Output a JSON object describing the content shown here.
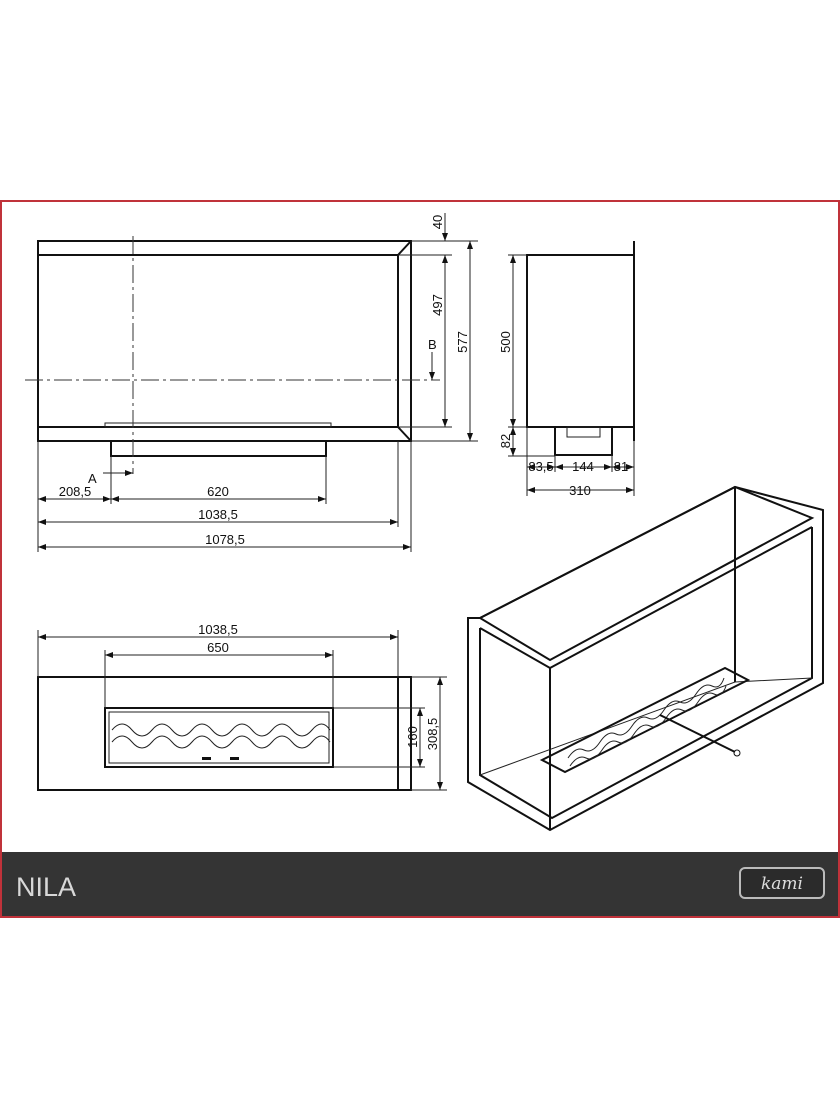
{
  "product_name": "NILA",
  "brand_logo": "kami",
  "colors": {
    "frame": "#c0323a",
    "footer": "#343434"
  },
  "front_view": {
    "dims": {
      "offset": "208,5",
      "burner": "620",
      "inner_width": "1038,5",
      "outer_width": "1078,5",
      "top": "40",
      "inner_height": "497",
      "outer_height": "577"
    },
    "markers": {
      "a": "A",
      "b": "B"
    }
  },
  "side_view": {
    "dims": {
      "height": "500",
      "base": "82",
      "left": "83,5",
      "burner": "144",
      "right": "81",
      "depth": "310"
    }
  },
  "top_view": {
    "dims": {
      "width": "1038,5",
      "burner_length": "650",
      "burner_width": "160",
      "depth": "308,5"
    }
  }
}
